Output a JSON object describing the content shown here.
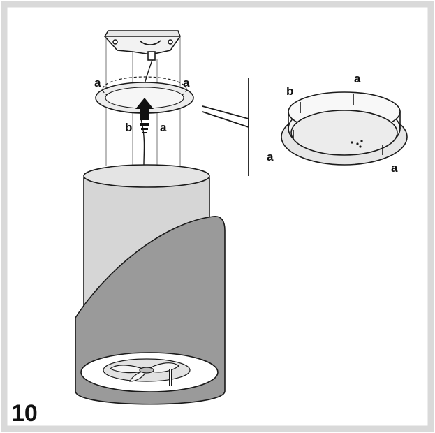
{
  "step_number": "10",
  "labels": {
    "a": "a",
    "b": "b"
  },
  "colors": {
    "border": "#d9d9d9",
    "hood_upper": "#d6d6d6",
    "hood_lower": "#9a9a9a",
    "ring_fill": "#e6e6e6",
    "stroke": "#1a1a1a"
  }
}
